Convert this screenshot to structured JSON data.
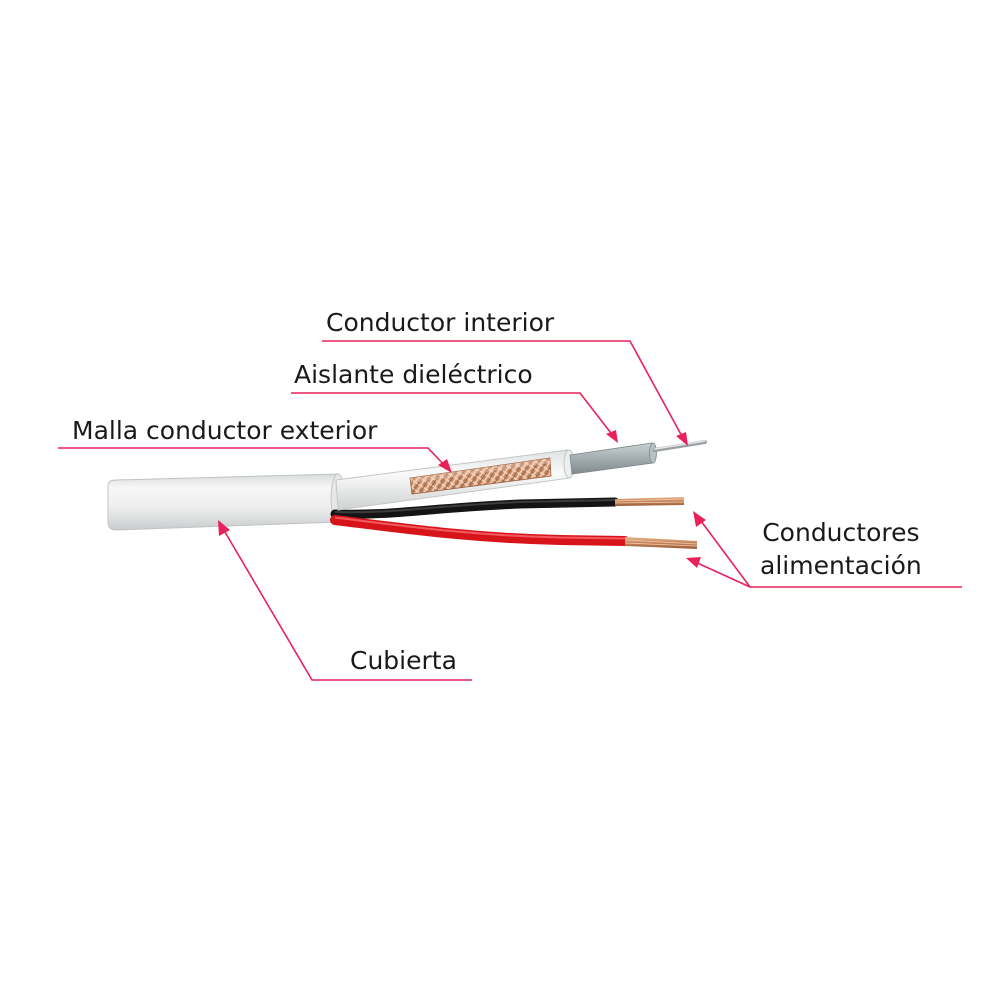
{
  "labels": {
    "inner_conductor": "Conductor interior",
    "dielectric": "Aislante dieléctrico",
    "outer_mesh": "Malla conductor exterior",
    "jacket": "Cubierta",
    "power_line1": "Conductores",
    "power_line2": "alimentación"
  },
  "colors": {
    "leader": "#e8215a",
    "jacket": "#f1f1f1",
    "copper": "#c98c62",
    "red_wire": "#d8141b",
    "black_wire": "#141414",
    "dielectric": "#a9b4b6"
  }
}
